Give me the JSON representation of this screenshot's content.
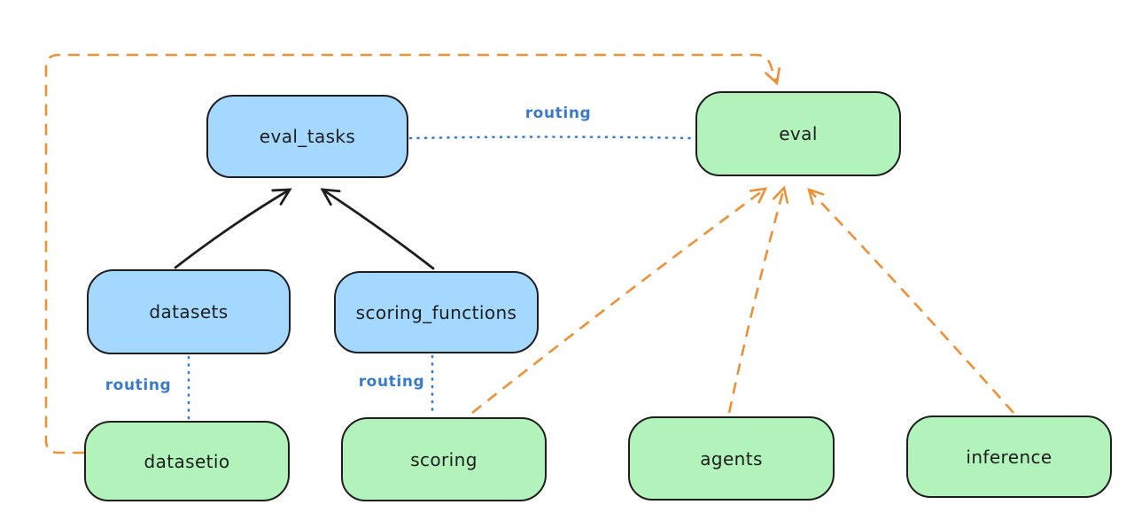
{
  "diagram_type": "architecture-diagram",
  "nodes": {
    "eval_tasks": {
      "label": "eval_tasks",
      "kind": "registry",
      "fill": "#a5d8ff"
    },
    "eval": {
      "label": "eval",
      "kind": "api",
      "fill": "#b2f2bb"
    },
    "datasets": {
      "label": "datasets",
      "kind": "registry",
      "fill": "#a5d8ff"
    },
    "scoring_functions": {
      "label": "scoring_functions",
      "kind": "registry",
      "fill": "#a5d8ff"
    },
    "datasetio": {
      "label": "datasetio",
      "kind": "api",
      "fill": "#b2f2bb"
    },
    "scoring": {
      "label": "scoring",
      "kind": "api",
      "fill": "#b2f2bb"
    },
    "agents": {
      "label": "agents",
      "kind": "api",
      "fill": "#b2f2bb"
    },
    "inference": {
      "label": "inference",
      "kind": "api",
      "fill": "#b2f2bb"
    }
  },
  "edges": [
    {
      "from": "datasets",
      "to": "eval_tasks",
      "style": "solid-black-arrow"
    },
    {
      "from": "scoring_functions",
      "to": "eval_tasks",
      "style": "solid-black-arrow"
    },
    {
      "from": "eval_tasks",
      "to": "eval",
      "style": "dotted-blue",
      "label": "routing"
    },
    {
      "from": "datasets",
      "to": "datasetio",
      "style": "dotted-blue",
      "label": "routing"
    },
    {
      "from": "scoring_functions",
      "to": "scoring",
      "style": "dotted-blue",
      "label": "routing"
    },
    {
      "from": "datasetio",
      "to": "eval",
      "style": "dashed-orange-arrow",
      "route": "around-left-and-top"
    },
    {
      "from": "scoring",
      "to": "eval",
      "style": "dashed-orange-arrow"
    },
    {
      "from": "agents",
      "to": "eval",
      "style": "dashed-orange-arrow"
    },
    {
      "from": "inference",
      "to": "eval",
      "style": "dashed-orange-arrow"
    }
  ],
  "colors": {
    "background": "#ffffff",
    "node_stroke": "#1e1e1e",
    "registry_fill": "#a5d8ff",
    "api_fill": "#b2f2bb",
    "routing_blue": "#3a7bc8",
    "orange_dash": "#ec9136",
    "black_arrow": "#1e1e1e"
  }
}
